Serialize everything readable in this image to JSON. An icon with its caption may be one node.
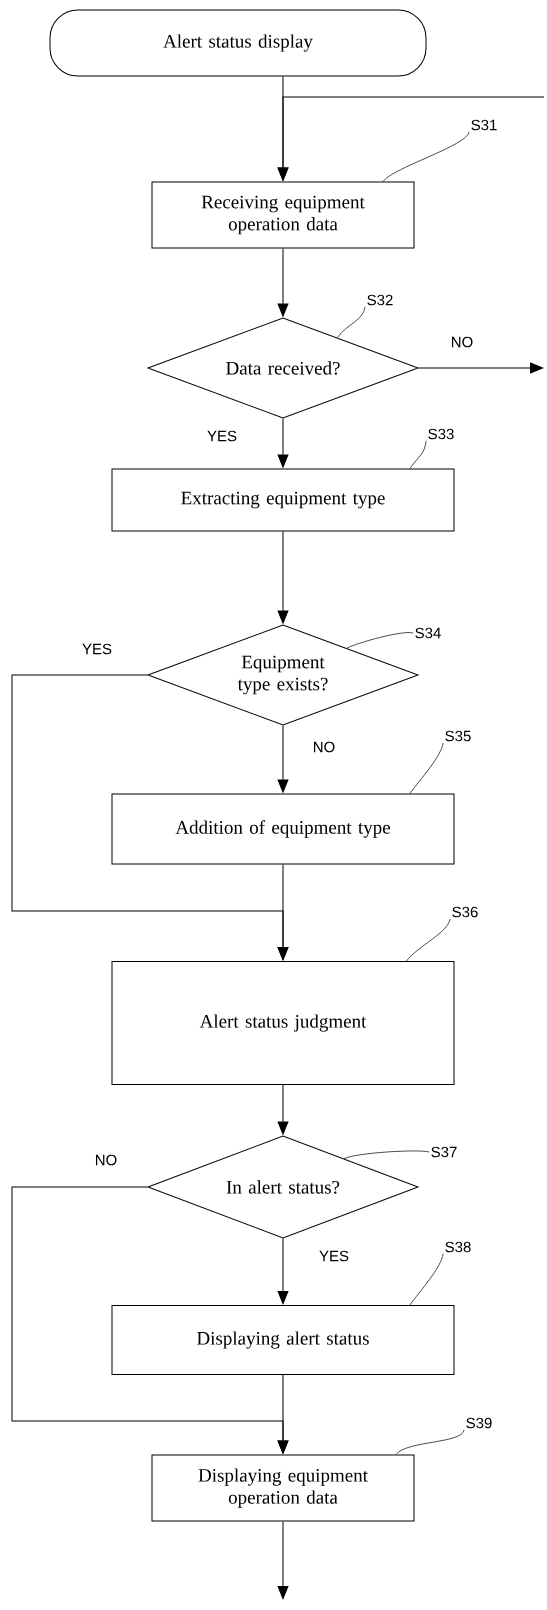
{
  "diagram": {
    "nodes": [
      {
        "text": [
          "Alert status display"
        ]
      },
      {
        "text": [
          "Receiving equipment operation data"
        ]
      },
      {
        "text": [
          "Data received?"
        ]
      },
      {
        "text": [
          "Extracting equipment type"
        ]
      },
      {
        "text": [
          "Equipment type exists?"
        ]
      },
      {
        "text": [
          "Addition of equipment type"
        ]
      },
      {
        "text": [
          "Alert status judgment"
        ]
      },
      {
        "text": [
          "In alert status?"
        ]
      },
      {
        "text": [
          "Displaying alert status"
        ]
      },
      {
        "text": [
          "Displaying equipment operation data"
        ]
      },
      {
        "text": [
          "S31"
        ]
      },
      {
        "text": [
          "S32"
        ]
      },
      {
        "text": [
          "S33"
        ]
      },
      {
        "text": [
          "S34"
        ]
      },
      {
        "text": [
          "S35"
        ]
      },
      {
        "text": [
          "S36"
        ]
      },
      {
        "text": [
          "S37"
        ]
      },
      {
        "text": [
          "S38"
        ]
      },
      {
        "text": [
          "S39"
        ]
      }
    ],
    "edges": [
      {
        "from": 0,
        "to": 1,
        "arrow": "to"
      },
      {
        "from": null,
        "to": 1,
        "arrow": "to"
      },
      {
        "from": 1,
        "to": 2,
        "arrow": "to"
      },
      {
        "from": 2,
        "to": null,
        "arrow": "to",
        "label": "NO"
      },
      {
        "from": 2,
        "to": 3,
        "arrow": "to",
        "label": "YES"
      },
      {
        "from": 3,
        "to": 4,
        "arrow": "to"
      },
      {
        "from": 4,
        "to": 6,
        "arrow": "to",
        "label": "YES"
      },
      {
        "from": 4,
        "to": 5,
        "arrow": "to",
        "label": "NO"
      },
      {
        "from": 5,
        "to": 6,
        "arrow": "to"
      },
      {
        "from": 6,
        "to": 7,
        "arrow": "to"
      },
      {
        "from": 7,
        "to": 8,
        "arrow": "to",
        "label": "YES"
      },
      {
        "from": 7,
        "to": 9,
        "arrow": "to",
        "label": "NO"
      },
      {
        "from": 8,
        "to": 9,
        "arrow": "to"
      },
      {
        "from": 9,
        "to": null,
        "arrow": "to"
      },
      {
        "from": 10,
        "to": 1,
        "arrow": "none"
      },
      {
        "from": 11,
        "to": 2,
        "arrow": "none"
      },
      {
        "from": 12,
        "to": 3,
        "arrow": "none"
      },
      {
        "from": 13,
        "to": 4,
        "arrow": "none"
      },
      {
        "from": 14,
        "to": 5,
        "arrow": "none"
      },
      {
        "from": 15,
        "to": 6,
        "arrow": "none"
      },
      {
        "from": 16,
        "to": 7,
        "arrow": "none"
      },
      {
        "from": 17,
        "to": 8,
        "arrow": "none"
      },
      {
        "from": 18,
        "to": 9,
        "arrow": "none"
      }
    ]
  }
}
